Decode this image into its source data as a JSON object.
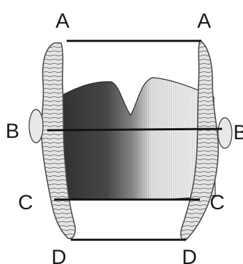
{
  "figure": {
    "labels": {
      "a_left": "A",
      "a_right": "A",
      "b_left": "B",
      "b_right": "B",
      "c_left": "C",
      "c_right": "C",
      "d_left": "D",
      "d_right": "D"
    },
    "colors": {
      "line": "#111111",
      "label": "#1a1a1a",
      "tissue_dark": "#3c3c3c",
      "tissue_light": "#f1f1f1",
      "cartilage": "#e4e4e4",
      "cartilage_outline": "#4a4a4a"
    }
  }
}
